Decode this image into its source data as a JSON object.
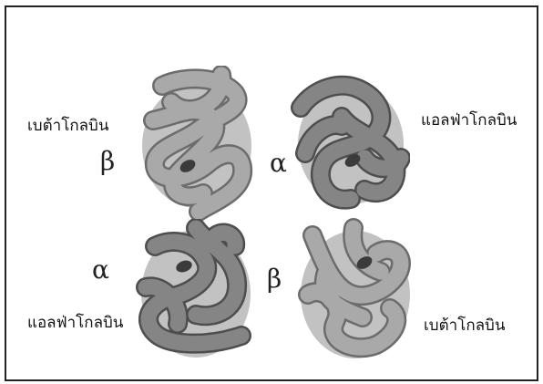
{
  "subunits": [
    {
      "id": "beta-top-left",
      "symbol": "β",
      "label": "เบต้าโกลบิน",
      "tone": "light"
    },
    {
      "id": "alpha-top-right",
      "symbol": "α",
      "label": "แอลฟ่าโกลบิน",
      "tone": "dark"
    },
    {
      "id": "alpha-bottom-left",
      "symbol": "α",
      "label": "แอลฟ่าโกลบิน",
      "tone": "dark"
    },
    {
      "id": "beta-bottom-right",
      "symbol": "β",
      "label": "เบต้าโกลบิน",
      "tone": "light"
    }
  ],
  "colors": {
    "light_fill": "#a9a9a9",
    "light_stroke": "#6c6c6c",
    "dark_fill": "#858585",
    "dark_stroke": "#4e4e4e",
    "heme": "#3b3b3b",
    "background_blob": "#b7b7b7"
  }
}
